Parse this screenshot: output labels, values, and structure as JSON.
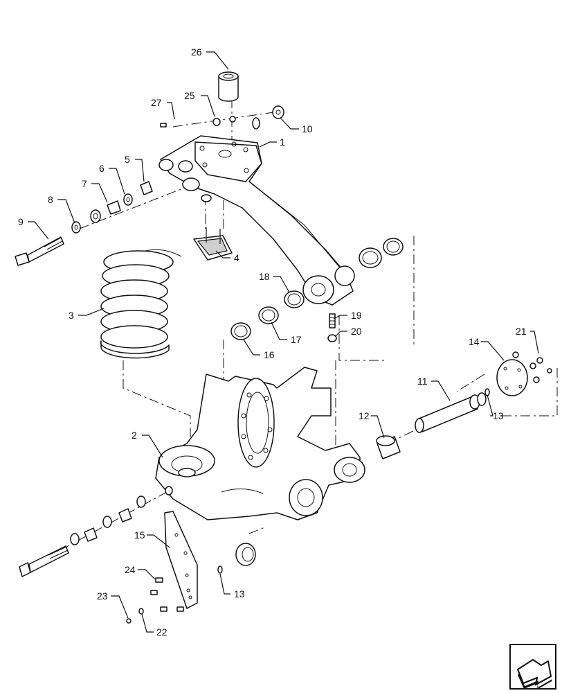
{
  "callouts": [
    {
      "id": "c1",
      "text": "1"
    },
    {
      "id": "c2",
      "text": "2"
    },
    {
      "id": "c3",
      "text": "3"
    },
    {
      "id": "c4",
      "text": "4"
    },
    {
      "id": "c5",
      "text": "5"
    },
    {
      "id": "c6",
      "text": "6"
    },
    {
      "id": "c7",
      "text": "7"
    },
    {
      "id": "c8",
      "text": "8"
    },
    {
      "id": "c9",
      "text": "9"
    },
    {
      "id": "c10",
      "text": "10"
    },
    {
      "id": "c11",
      "text": "11"
    },
    {
      "id": "c12",
      "text": "12"
    },
    {
      "id": "c13a",
      "text": "13"
    },
    {
      "id": "c13b",
      "text": "13"
    },
    {
      "id": "c14",
      "text": "14"
    },
    {
      "id": "c15",
      "text": "15"
    },
    {
      "id": "c16",
      "text": "16"
    },
    {
      "id": "c17",
      "text": "17"
    },
    {
      "id": "c18",
      "text": "18"
    },
    {
      "id": "c19",
      "text": "19"
    },
    {
      "id": "c20",
      "text": "20"
    },
    {
      "id": "c21",
      "text": "21"
    },
    {
      "id": "c22",
      "text": "22"
    },
    {
      "id": "c23",
      "text": "23"
    },
    {
      "id": "c24",
      "text": "24"
    },
    {
      "id": "c25",
      "text": "25"
    },
    {
      "id": "c26",
      "text": "26"
    },
    {
      "id": "c27",
      "text": "27"
    }
  ],
  "nav": {
    "icon": "next-page-arrow-icon"
  }
}
